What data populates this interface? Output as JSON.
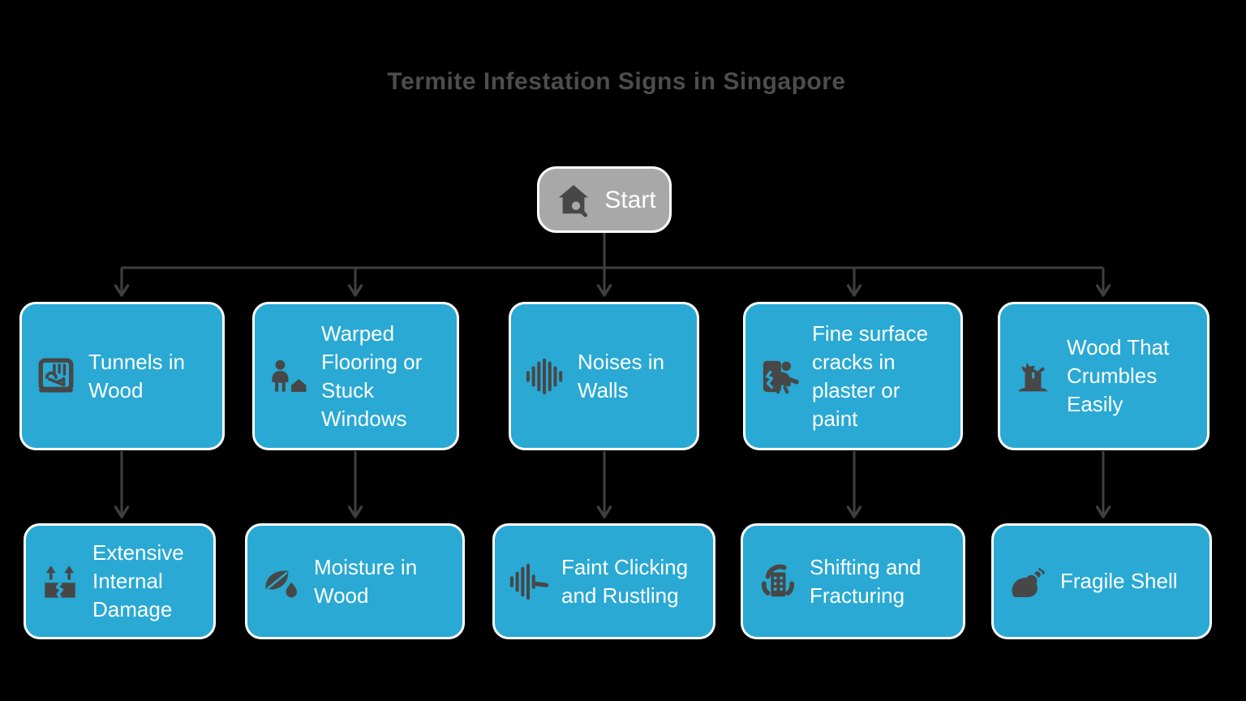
{
  "title": "Termite Infestation Signs in Singapore",
  "colors": {
    "node_blue": "#29A9D4",
    "start_gray": "#A8A8A8",
    "icon_dark": "#474747",
    "arrow_gray": "#3F3F3F",
    "title_text": "#4D4D4D",
    "node_text": "#FFFFFF",
    "background": "#000000"
  },
  "start": {
    "label": "Start",
    "icon": "house-search-icon"
  },
  "columns": [
    {
      "sign": {
        "label": "Tunnels in Wood",
        "icon": "wood-tunnels-icon"
      },
      "consequence": {
        "label": "Extensive Internal Damage",
        "icon": "broken-box-arrows-icon"
      }
    },
    {
      "sign": {
        "label": "Warped Flooring or Stuck Windows",
        "icon": "person-house-icon"
      },
      "consequence": {
        "label": "Moisture in Wood",
        "icon": "leaf-droplet-icon"
      }
    },
    {
      "sign": {
        "label": "Noises in Walls",
        "icon": "sound-wave-icon"
      },
      "consequence": {
        "label": "Faint Clicking and Rustling",
        "icon": "faint-sound-icon"
      }
    },
    {
      "sign": {
        "label": "Fine surface cracks in plaster or paint",
        "icon": "cracked-wall-person-icon"
      },
      "consequence": {
        "label": "Shifting and Fracturing",
        "icon": "building-shift-icon"
      }
    },
    {
      "sign": {
        "label": "Wood That Crumbles Easily",
        "icon": "tree-stump-icon"
      },
      "consequence": {
        "label": "Fragile Shell",
        "icon": "snail-shell-icon"
      }
    }
  ]
}
